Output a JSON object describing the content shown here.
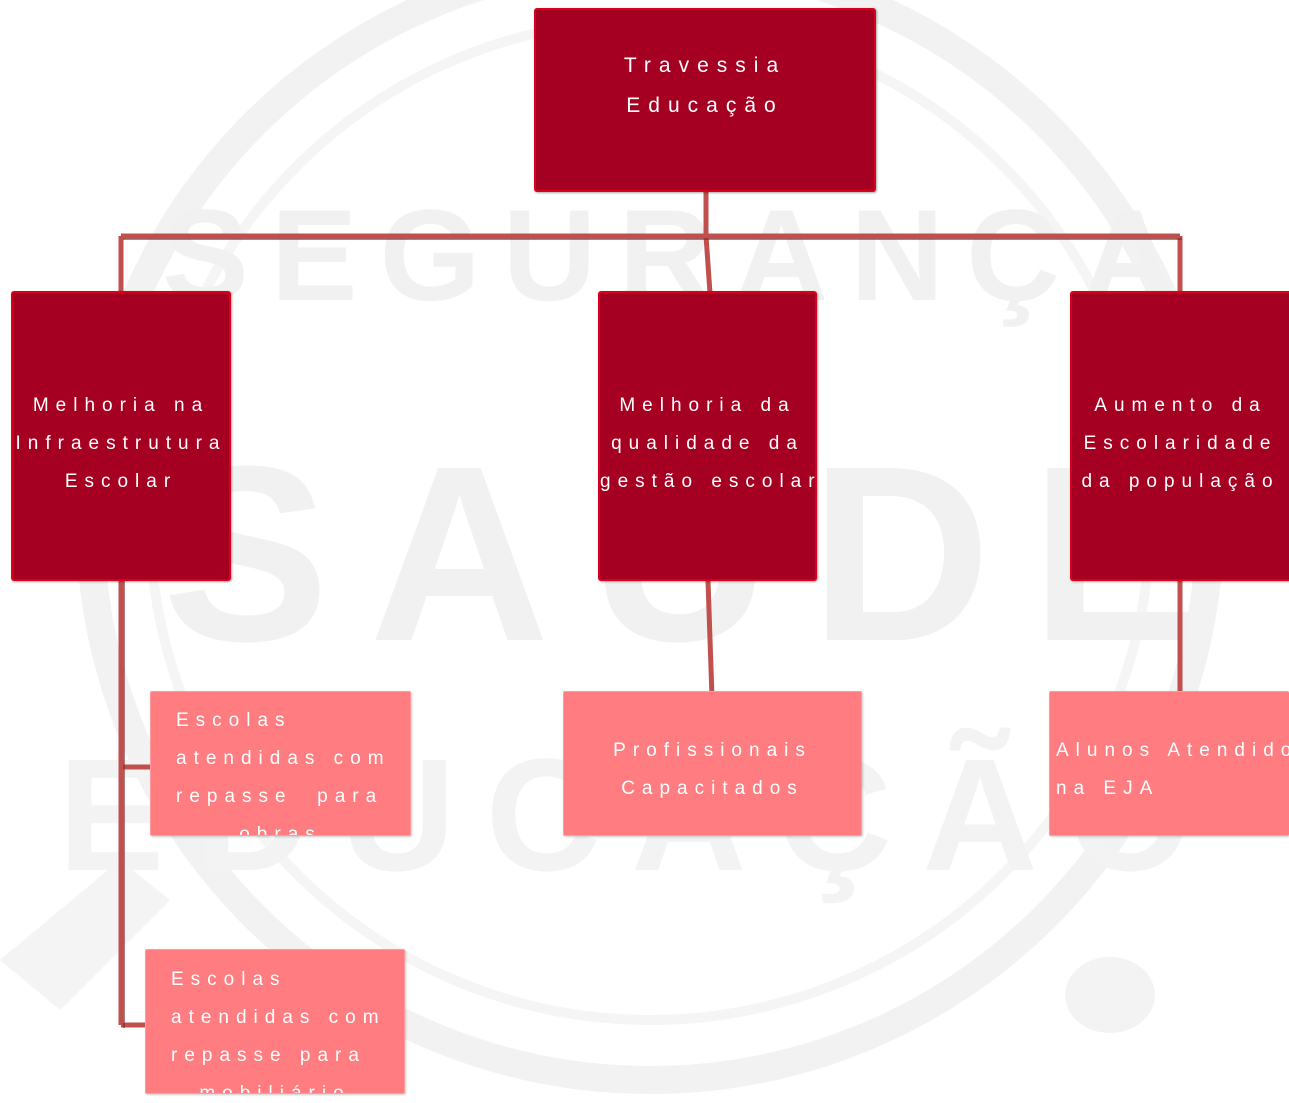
{
  "diagram": {
    "root": {
      "lines": [
        "Travessia",
        "Educação"
      ]
    },
    "level1": [
      {
        "id": "infra",
        "lines": [
          "Melhoria na",
          "Infraestrutura",
          "Escolar"
        ]
      },
      {
        "id": "gestao",
        "lines": [
          "Melhoria da",
          "qualidade da",
          "gestão escolar"
        ]
      },
      {
        "id": "escolaridade",
        "lines": [
          "Aumento da",
          "Escolaridade",
          "da população"
        ]
      }
    ],
    "level2": {
      "obras": {
        "lines": [
          "Escolas",
          "atendidas com",
          "repasse  para",
          "obras"
        ]
      },
      "mobiliario": {
        "lines": [
          "Escolas",
          "atendidas com",
          "repasse para",
          "mobiliário"
        ]
      },
      "capacitados": {
        "lines": [
          "Profissionais",
          "Capacitados"
        ]
      },
      "eja": {
        "lines": [
          "Alunos Atendidos",
          "na EJA"
        ]
      }
    }
  },
  "watermark": {
    "words": [
      "SEGURANÇA",
      "SAÚDE",
      "EDUCAÇÃO"
    ]
  },
  "colors": {
    "dark_box": "#a50021",
    "light_box": "#ff7c80",
    "connector": "#c0504d"
  }
}
